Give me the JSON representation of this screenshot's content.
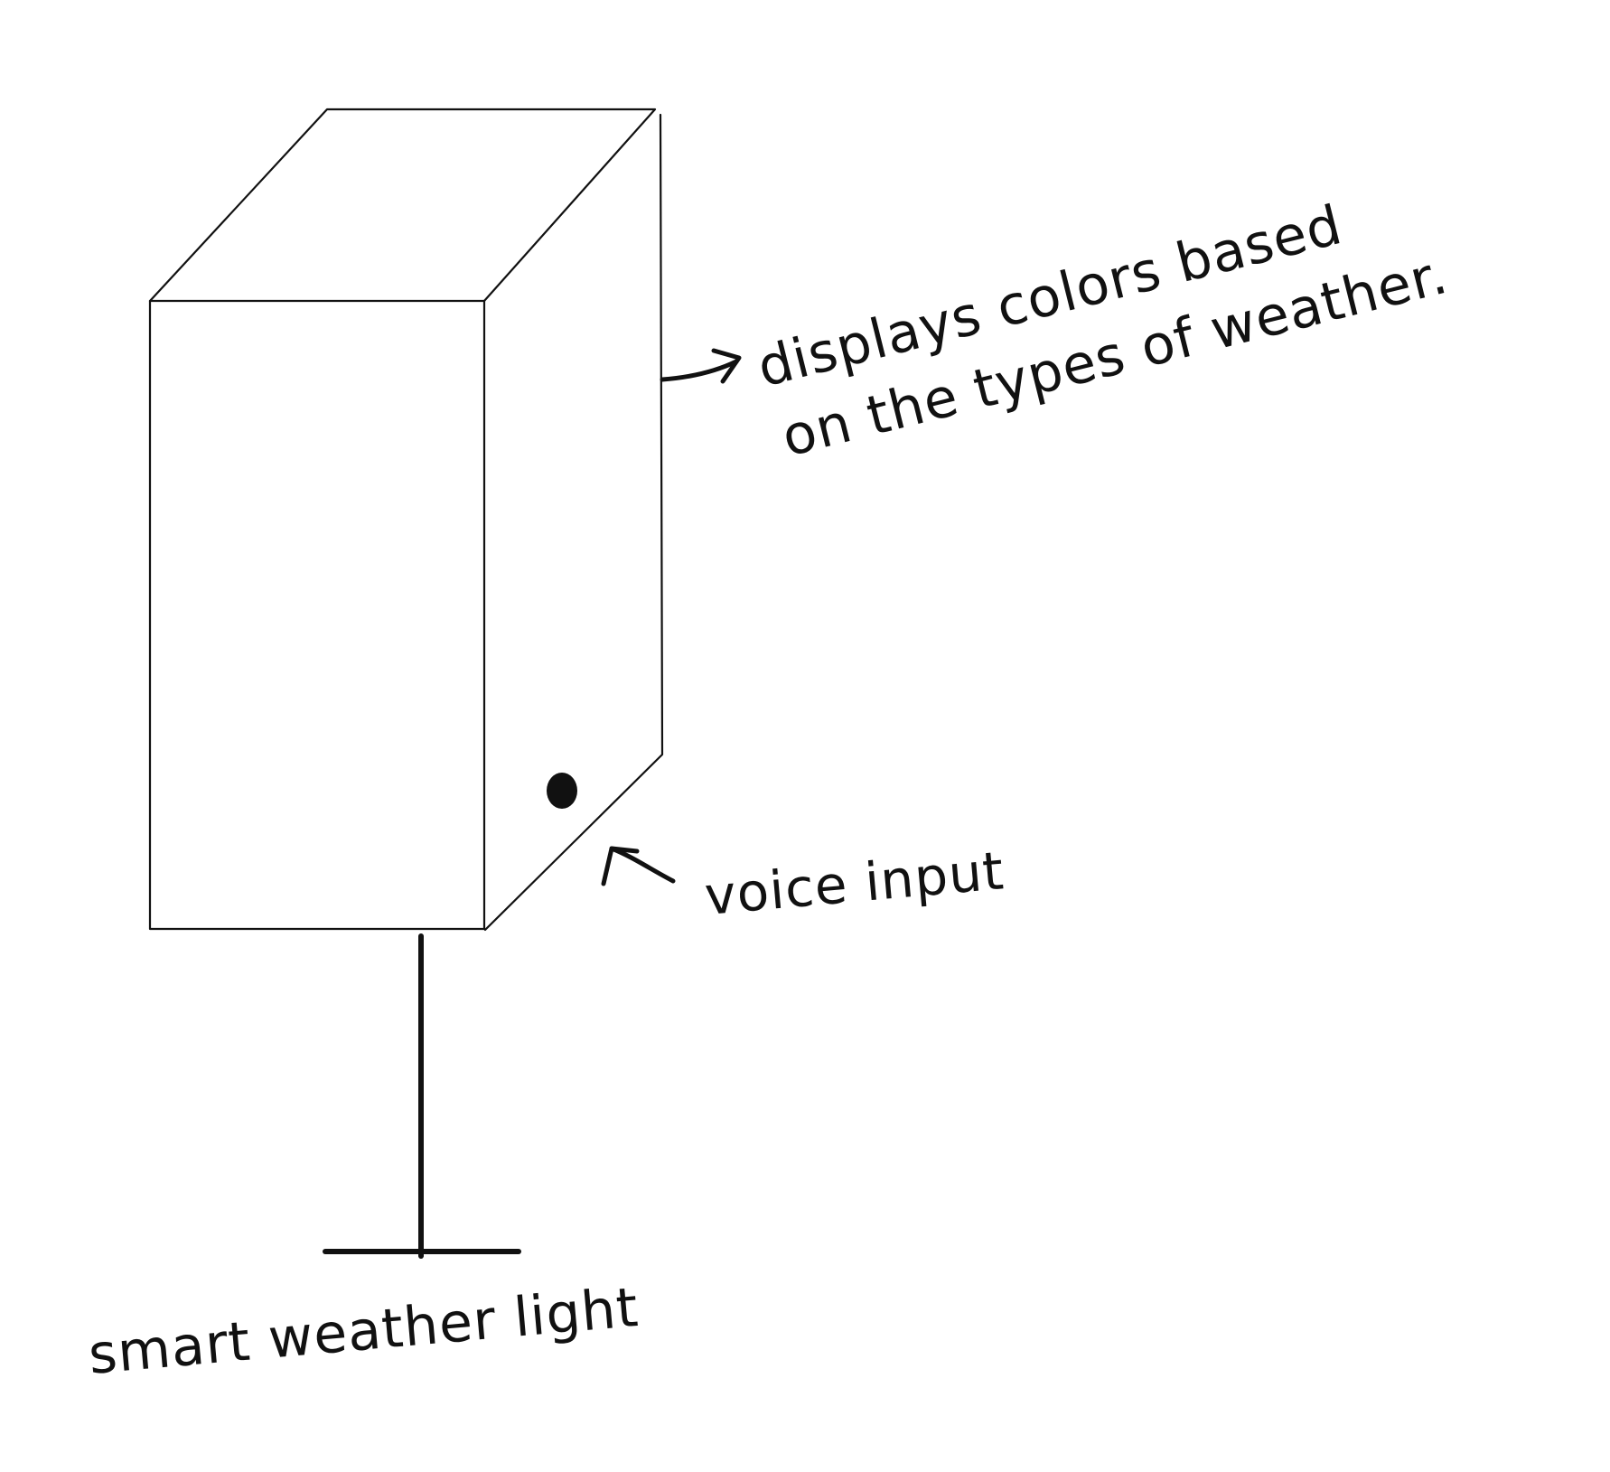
{
  "diagram": {
    "title": "smart weather light",
    "annotations": {
      "display": {
        "line1": "displays colors based",
        "line2": "on the types of weather."
      },
      "voice": {
        "label": "voice input"
      }
    },
    "ink_color": "#111111",
    "background_color": "#ffffff"
  }
}
